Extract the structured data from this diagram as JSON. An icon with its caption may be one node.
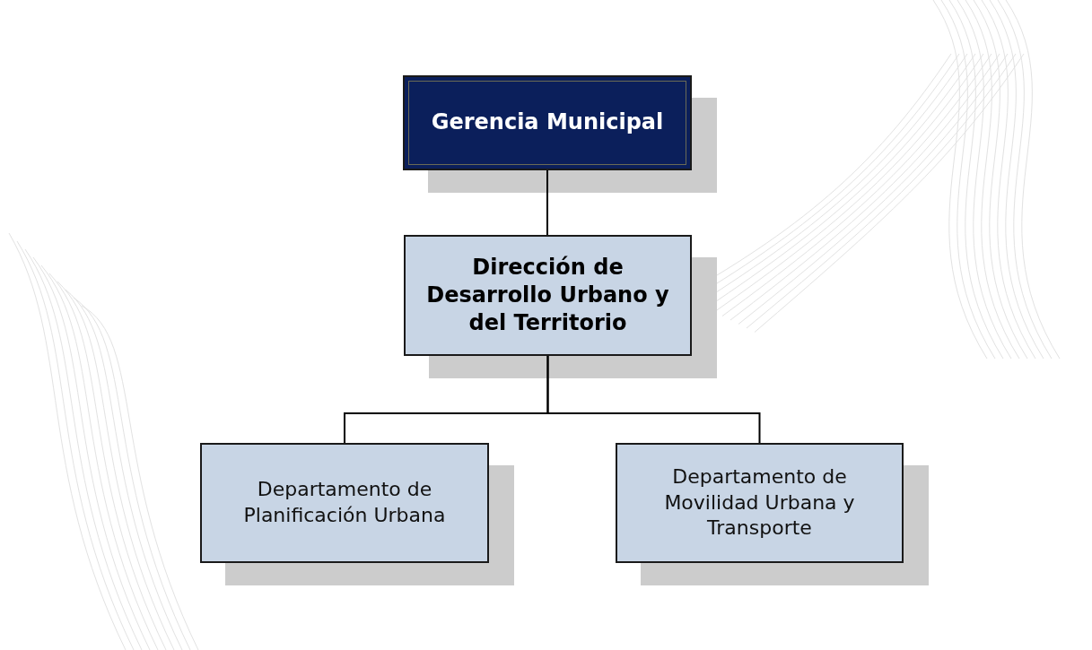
{
  "diagram": {
    "nodes": [
      {
        "text": [
          "Gerencia Municipal"
        ]
      },
      {
        "text": [
          "Dirección de Desarrollo Urbano y del Territorio"
        ]
      },
      {
        "text": [
          "Departamento de Planificación Urbana"
        ]
      },
      {
        "text": [
          "Departamento de Movilidad Urbana y Transporte"
        ]
      }
    ],
    "edges": [
      {
        "from": 0,
        "to": 1,
        "arrow": "none"
      },
      {
        "from": 1,
        "to": 2,
        "arrow": "none"
      },
      {
        "from": 1,
        "to": 3,
        "arrow": "none"
      }
    ]
  }
}
